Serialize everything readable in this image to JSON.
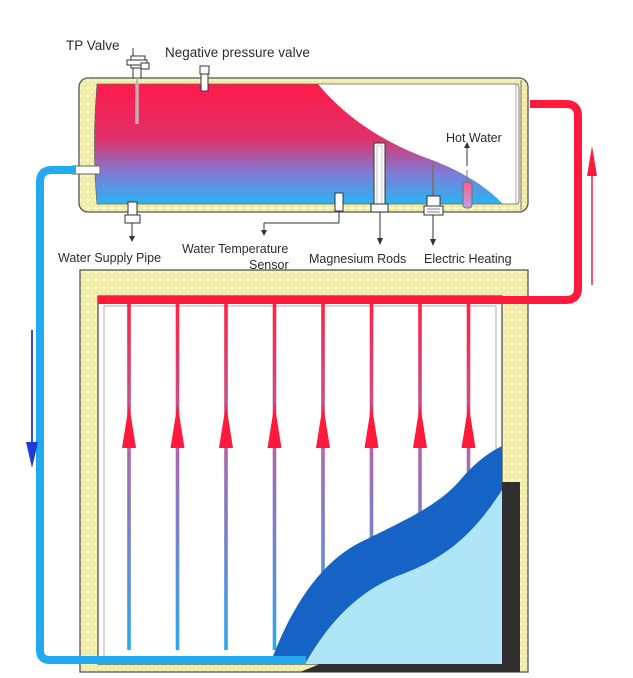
{
  "labels": {
    "tp_valve": "TP Valve",
    "negative_pressure_valve": "Negative pressure valve",
    "hot_water": "Hot Water",
    "water_supply_pipe": "Water Supply Pipe",
    "water_temperature_sensor_line1": "Water Temperature",
    "water_temperature_sensor_line2": "Sensor",
    "magnesium_rods": "Magnesium Rods",
    "electric_heating": "Electric Heating"
  },
  "colors": {
    "hot": "#ff1a3c",
    "cold": "#22aaf0",
    "cold_arrow": "#1f3ad6",
    "insulation": "#f6f2b2",
    "glass_dark": "#1563c4",
    "glass_light": "#aee6f8",
    "frame_dark": "#2f2f2f"
  },
  "riser_tube_count": 8
}
